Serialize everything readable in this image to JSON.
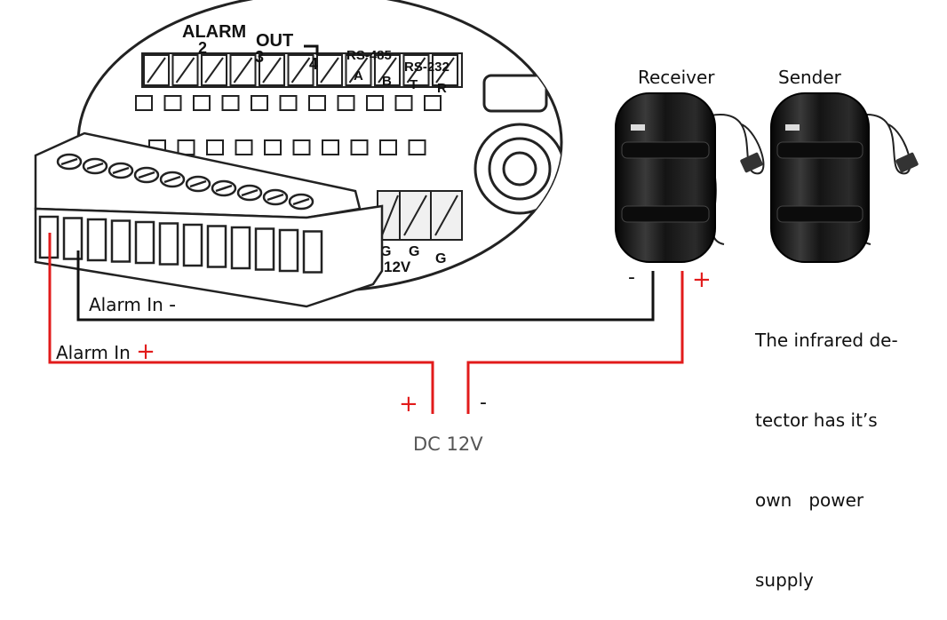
{
  "header_labels": {
    "alarm": "ALARM",
    "out": "OUT",
    "num2": "2",
    "num3": "3",
    "num4": "4",
    "rs485": "RS-485",
    "rs232": "RS-232",
    "pin_a": "A",
    "pin_b": "B",
    "pin_t": "T",
    "pin_r": "R",
    "g1": "G",
    "g2": "G",
    "g3": "G",
    "v12": "12V"
  },
  "devices": {
    "receiver": "Receiver",
    "sender": "Sender"
  },
  "polarity": {
    "receiver_minus": "-",
    "receiver_plus": "+",
    "dc_plus": "+",
    "dc_minus": "-"
  },
  "wires": {
    "alarm_in_minus_text": "Alarm In",
    "alarm_in_minus_sign": "-",
    "alarm_in_plus_text": "Alarm In",
    "alarm_in_plus_sign": "+"
  },
  "note": {
    "line1": "The infrared de-",
    "line2": "tector has it’s",
    "line3": "own   power",
    "line4": "supply"
  },
  "power": {
    "label": "DC 12V"
  },
  "colors": {
    "positive_wire": "#e21b1b",
    "negative_wire": "#111111",
    "detector_body": "#1a1a1a"
  }
}
